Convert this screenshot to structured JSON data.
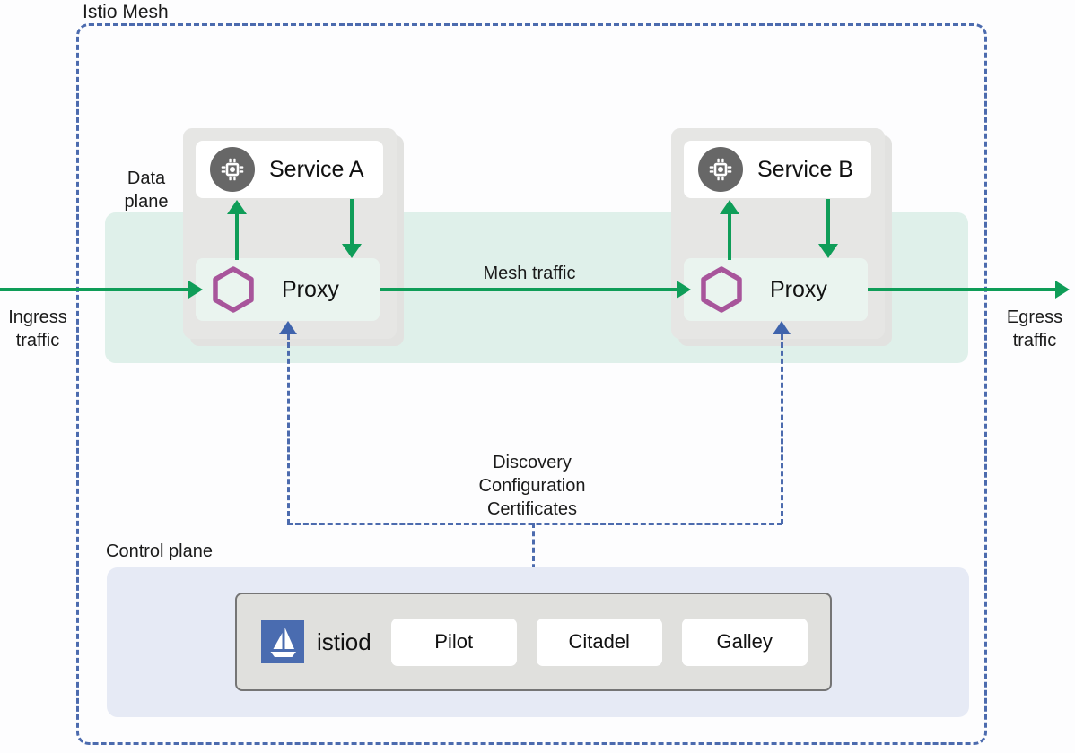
{
  "diagram": {
    "title": "Istio Mesh",
    "colors": {
      "mesh_border": "#4c6bae",
      "traffic_green": "#0f9d58",
      "data_plane_band": "#dff0ea",
      "pod_gray": "#e6e6e4",
      "proxy_green": "#eaf4ef",
      "control_plane_panel": "#e6eaf5",
      "istiod_box": "#e0e0dd",
      "istio_logo_blue": "#4a6cb0",
      "envoy_hex_purple": "#a8559b",
      "service_icon_gray": "#676767"
    }
  },
  "data_plane": {
    "label": "Data\nplane",
    "label_line1": "Data",
    "label_line2": "plane",
    "pods": [
      {
        "service_label": "Service A",
        "service_icon": "chip-icon",
        "proxy_label": "Proxy",
        "proxy_icon": "envoy-hexagon-icon"
      },
      {
        "service_label": "Service B",
        "service_icon": "chip-icon",
        "proxy_label": "Proxy",
        "proxy_icon": "envoy-hexagon-icon"
      }
    ]
  },
  "traffic": {
    "ingress_line1": "Ingress",
    "ingress_line2": "traffic",
    "mesh_label": "Mesh traffic",
    "egress_line1": "Egress",
    "egress_line2": "traffic"
  },
  "control_link": {
    "line1": "Discovery",
    "line2": "Configuration",
    "line3": "Certificates"
  },
  "control_plane": {
    "label": "Control plane",
    "istiod_label": "istiod",
    "istiod_logo": "istio-sailboat-icon",
    "components": [
      {
        "label": "Pilot"
      },
      {
        "label": "Citadel"
      },
      {
        "label": "Galley"
      }
    ]
  }
}
